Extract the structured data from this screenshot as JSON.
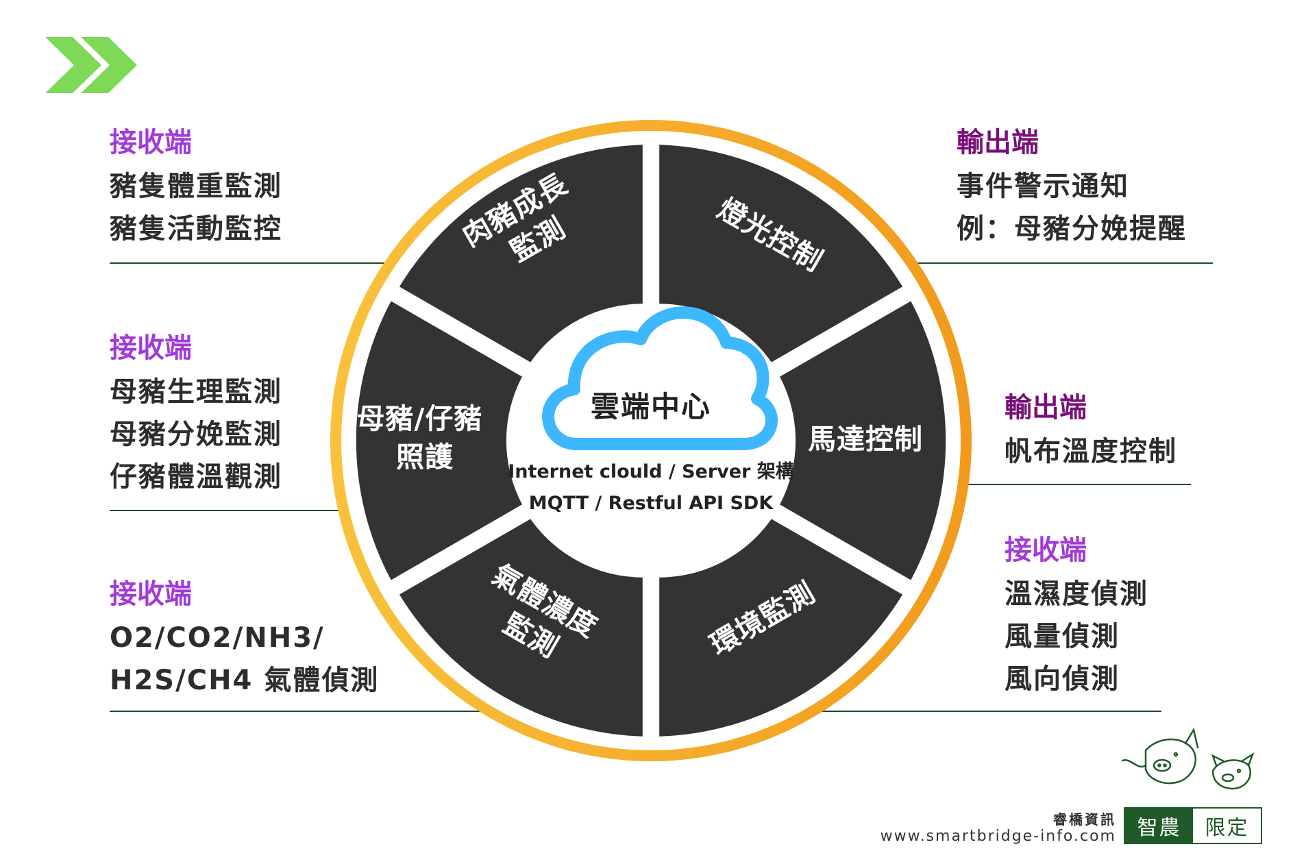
{
  "left_blocks": [
    {
      "label": "接收端",
      "lines": [
        "豬隻體重監測",
        "豬隻活動監控"
      ]
    },
    {
      "label": "接收端",
      "lines": [
        "母豬生理監測",
        "母豬分娩監測",
        "仔豬體溫觀測"
      ]
    },
    {
      "label": "接收端",
      "lines": [
        "O2/CO2/NH3/",
        "H2S/CH4 氣體偵測"
      ]
    }
  ],
  "right_blocks": [
    {
      "label": "輸出端",
      "lines": [
        "事件警示通知",
        "例：母豬分娩提醒"
      ]
    },
    {
      "label": "輸出端",
      "lines": [
        "帆布溫度控制"
      ]
    },
    {
      "label": "接收端",
      "lines": [
        "溫濕度偵測",
        "風量偵測",
        "風向偵測"
      ]
    }
  ],
  "segments": {
    "top_left": [
      "肉豬成長",
      "監測"
    ],
    "top_right": [
      "燈光控制"
    ],
    "left": [
      "母豬/仔豬",
      "照護"
    ],
    "right": [
      "馬達控制"
    ],
    "bottom_left": [
      "氣體濃度",
      "監測"
    ],
    "bottom_right": [
      "環境監測"
    ]
  },
  "center": {
    "title": "雲端中心",
    "line1": "Internet clould / Server 架構",
    "line2": "MQTT / Restful API SDK"
  },
  "footer": {
    "company": "睿橋資訊",
    "url": "www.smartbridge-info.com",
    "badge_left": "智農",
    "badge_right": "限定"
  },
  "colors": {
    "receive_label": "#a23ad8",
    "output_label": "#7a0e7a",
    "segment_fill": "#333333",
    "ring_gradient": [
      "#f9c23c",
      "#f29a1c"
    ],
    "cloud": "#3db8ff",
    "chevron": "#7ed957",
    "brand_green": "#1f5a28"
  }
}
